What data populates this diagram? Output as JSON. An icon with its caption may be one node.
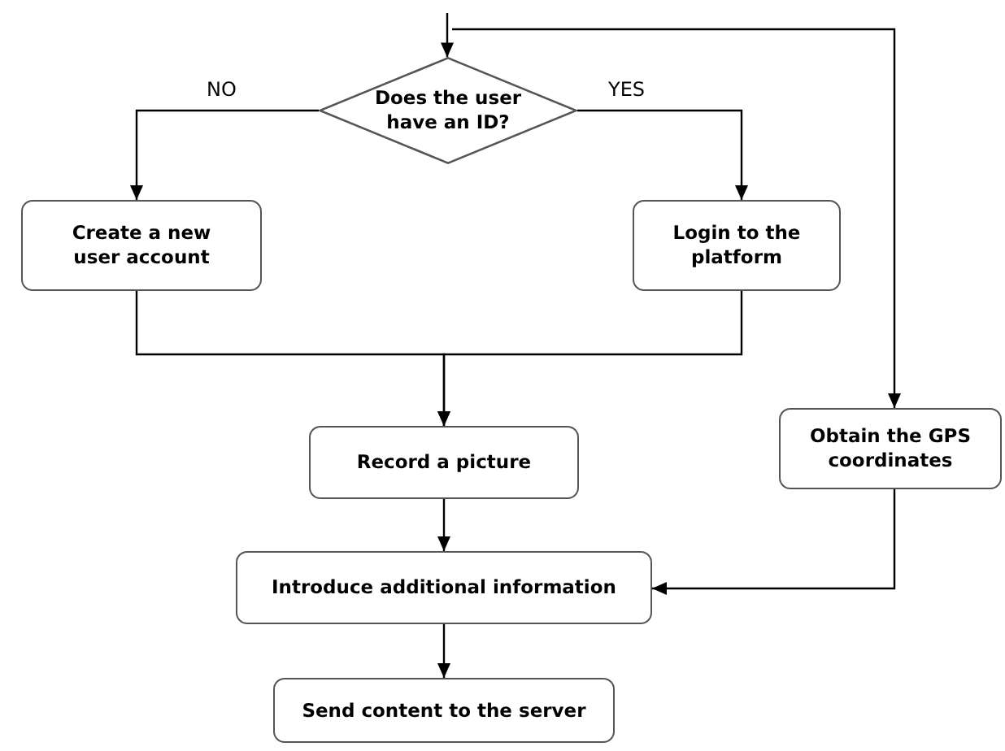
{
  "diagram": {
    "nodes": [
      {
        "text": [
          "Does the user have an ID?"
        ]
      },
      {
        "text": [
          "Create a new user account"
        ]
      },
      {
        "text": [
          "Login to the platform"
        ]
      },
      {
        "text": [
          "Record a picture"
        ]
      },
      {
        "text": [
          "Obtain the GPS coordinates"
        ]
      },
      {
        "text": [
          "Introduce additional information"
        ]
      },
      {
        "text": [
          "Send content to the server"
        ]
      }
    ],
    "edges": [
      {
        "from": null,
        "to": 0,
        "arrow": "to"
      },
      {
        "from": null,
        "to": 4,
        "arrow": "to"
      },
      {
        "from": 0,
        "to": 1,
        "arrow": "to",
        "label": "NO"
      },
      {
        "from": 0,
        "to": 2,
        "arrow": "to",
        "label": "YES"
      },
      {
        "from": 1,
        "to": 3,
        "arrow": "to"
      },
      {
        "from": 2,
        "to": 3,
        "arrow": "to"
      },
      {
        "from": 3,
        "to": 5,
        "arrow": "to"
      },
      {
        "from": 4,
        "to": 5,
        "arrow": "to"
      },
      {
        "from": 5,
        "to": 6,
        "arrow": "to"
      }
    ]
  }
}
